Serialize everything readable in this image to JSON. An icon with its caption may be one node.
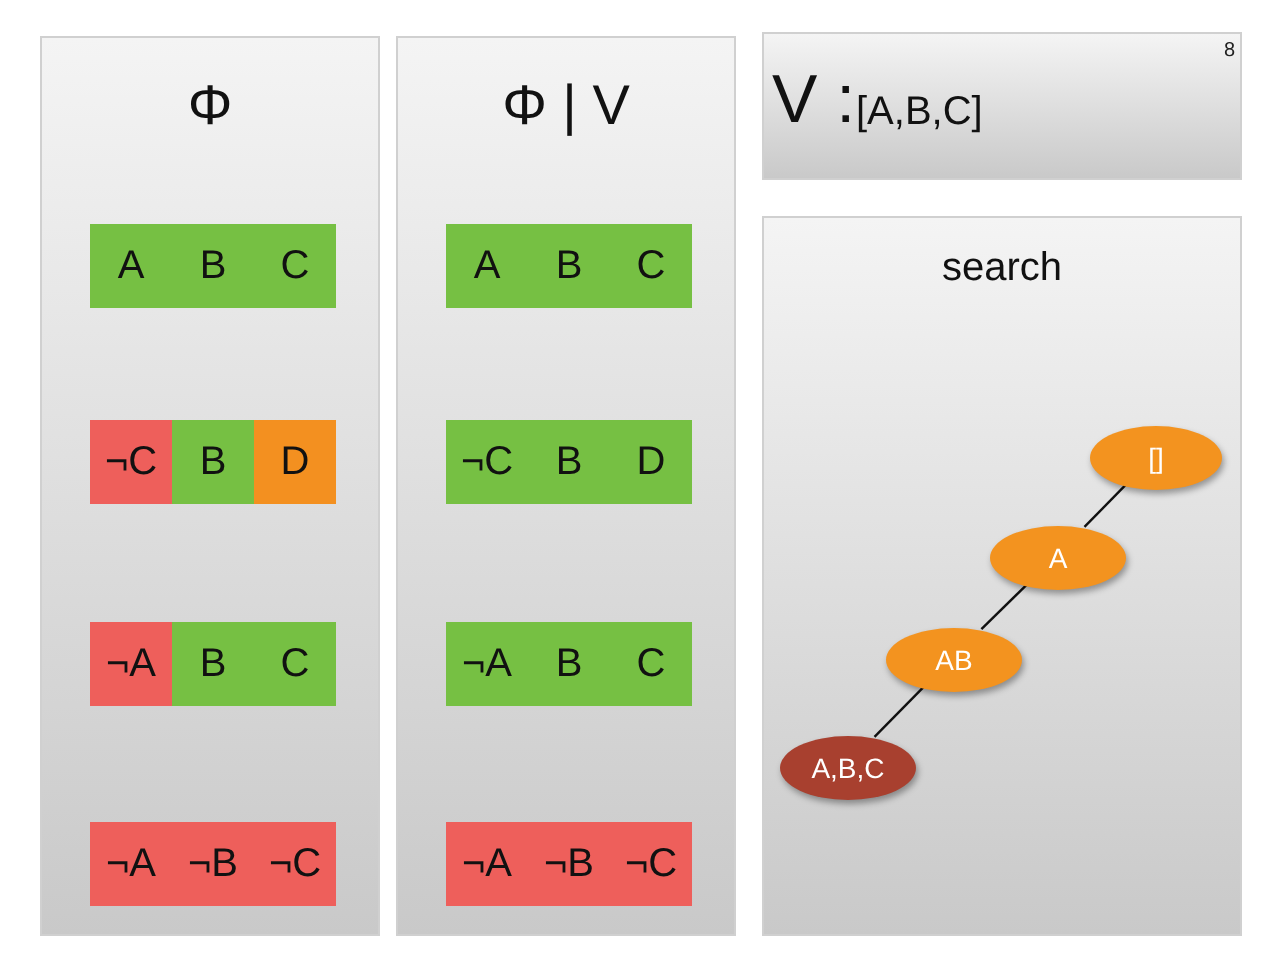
{
  "diagram": {
    "nodes": [
      {
        "text": [
          "Φ"
        ]
      },
      {
        "text": [
          "A"
        ],
        "in": 0
      },
      {
        "text": [
          "B"
        ],
        "in": 0
      },
      {
        "text": [
          "C"
        ],
        "in": 0
      },
      {
        "text": [
          "¬C"
        ],
        "in": 0
      },
      {
        "text": [
          "B"
        ],
        "in": 0
      },
      {
        "text": [
          "D"
        ],
        "in": 0
      },
      {
        "text": [
          "¬A"
        ],
        "in": 0
      },
      {
        "text": [
          "B"
        ],
        "in": 0
      },
      {
        "text": [
          "C"
        ],
        "in": 0
      },
      {
        "text": [
          "¬A"
        ],
        "in": 0
      },
      {
        "text": [
          "¬B"
        ],
        "in": 0
      },
      {
        "text": [
          "¬C"
        ],
        "in": 0
      },
      {
        "text": [
          "Φ | V"
        ]
      },
      {
        "text": [
          "A"
        ],
        "in": 13
      },
      {
        "text": [
          "B"
        ],
        "in": 13
      },
      {
        "text": [
          "C"
        ],
        "in": 13
      },
      {
        "text": [
          "¬C"
        ],
        "in": 13
      },
      {
        "text": [
          "B"
        ],
        "in": 13
      },
      {
        "text": [
          "D"
        ],
        "in": 13
      },
      {
        "text": [
          "¬A"
        ],
        "in": 13
      },
      {
        "text": [
          "B"
        ],
        "in": 13
      },
      {
        "text": [
          "C"
        ],
        "in": 13
      },
      {
        "text": [
          "¬A"
        ],
        "in": 13
      },
      {
        "text": [
          "¬B"
        ],
        "in": 13
      },
      {
        "text": [
          "¬C"
        ],
        "in": 13
      },
      {
        "text": [
          "V :",
          "[A,B,C]"
        ]
      },
      {
        "text": [
          "search"
        ]
      },
      {
        "text": [
          "[]"
        ],
        "in": 27
      },
      {
        "text": [
          "A"
        ],
        "in": 27
      },
      {
        "text": [
          "AB"
        ],
        "in": 27
      },
      {
        "text": [
          "A,B,C"
        ],
        "in": 27
      }
    ],
    "edges": [
      {
        "from": 28,
        "to": 29,
        "arrow": "none"
      },
      {
        "from": 29,
        "to": 30,
        "arrow": "none"
      },
      {
        "from": 30,
        "to": 31,
        "arrow": "none"
      }
    ],
    "labels": [
      "8"
    ]
  }
}
